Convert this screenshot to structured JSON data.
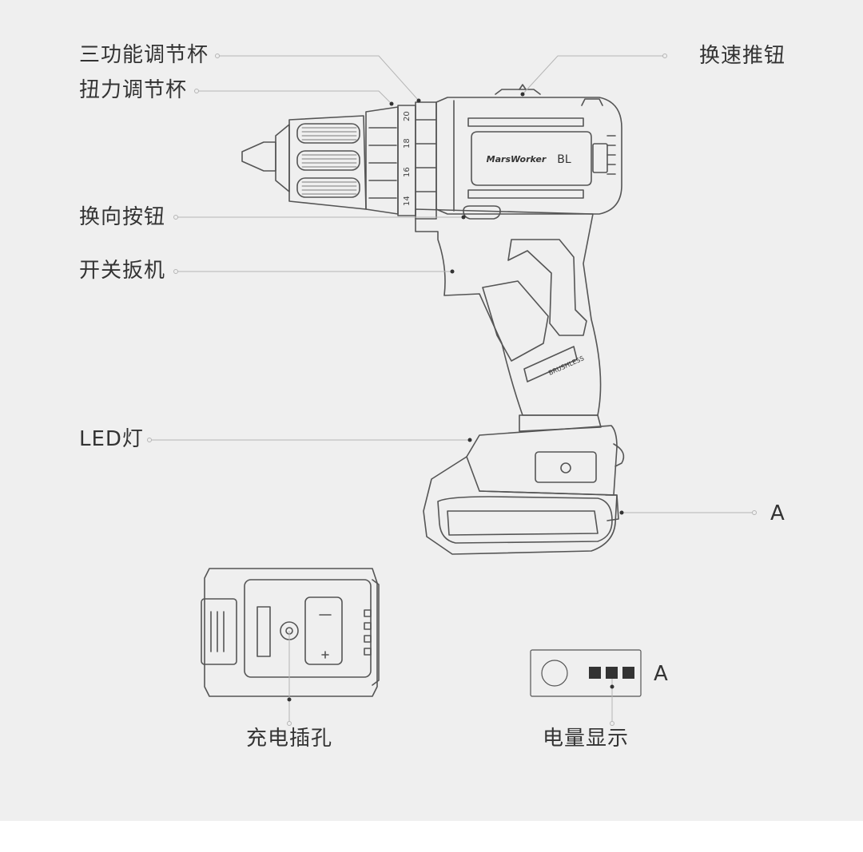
{
  "labels": {
    "three_function_cup": "三功能调节杯",
    "torque_cup": "扭力调节杯",
    "speed_button": "换速推钮",
    "reverse_button": "换向按钮",
    "trigger": "开关扳机",
    "led": "LED灯",
    "callout_a": "A",
    "charge_port": "充电插孔",
    "battery_indicator": "电量显示",
    "indicator_a": "A"
  },
  "product": {
    "brand": "MarsWorker",
    "motor_badge": "BL",
    "brushless_badge": "BRUSHLESS",
    "torque_marks": [
      "14",
      "16",
      "18",
      "20"
    ]
  },
  "colors": {
    "background": "#efefef",
    "line": "#555555",
    "leader": "#b5b5b5",
    "text": "#333333"
  }
}
